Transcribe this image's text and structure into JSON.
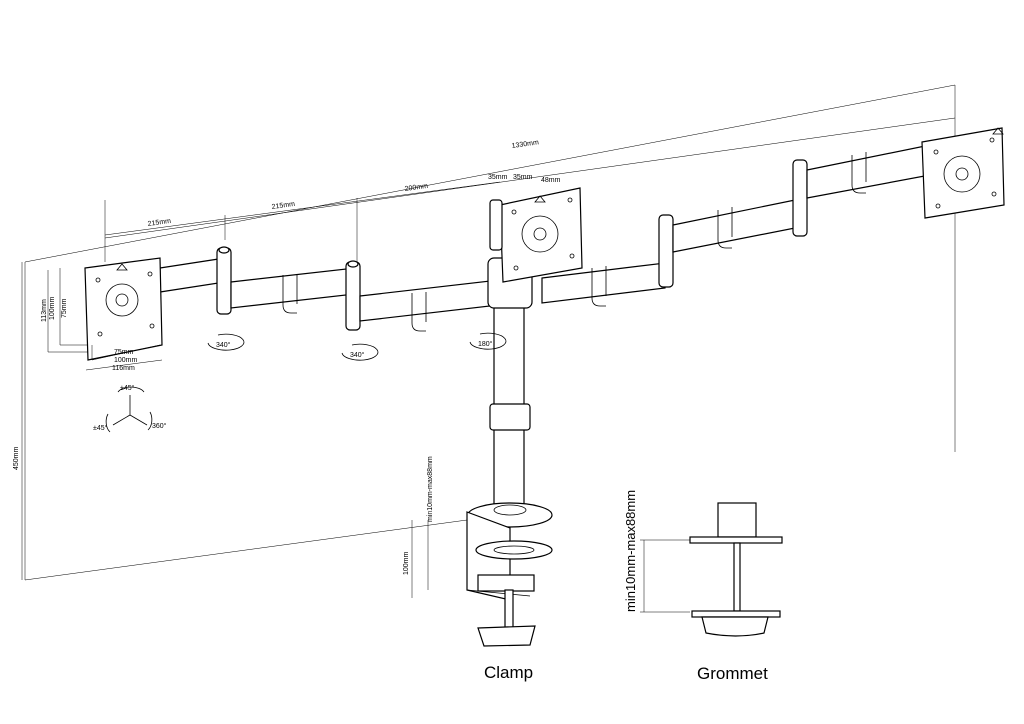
{
  "dimensions": {
    "total_width": "1330mm",
    "arm1": "215mm",
    "arm2": "215mm",
    "arm3": "200mm",
    "head_a": "35mm",
    "head_b": "35mm",
    "head_c": "48mm",
    "pole_height": "450mm",
    "clamp_height": "100mm",
    "clamp_range_small": "min10mm-max88mm",
    "grommet_range": "min10mm-max88mm",
    "vesa_h1": "75mm",
    "vesa_h2": "100mm",
    "vesa_h3": "116mm",
    "vesa_v1": "113mm",
    "vesa_v2": "100mm",
    "vesa_v3": "75mm"
  },
  "rotations": {
    "joint1": "340°",
    "joint2": "340°",
    "joint3": "180°",
    "tilt_up": "±45°",
    "tilt_side": "±45°",
    "rotate": "360°"
  },
  "captions": {
    "clamp": "Clamp",
    "grommet": "Grommet"
  }
}
